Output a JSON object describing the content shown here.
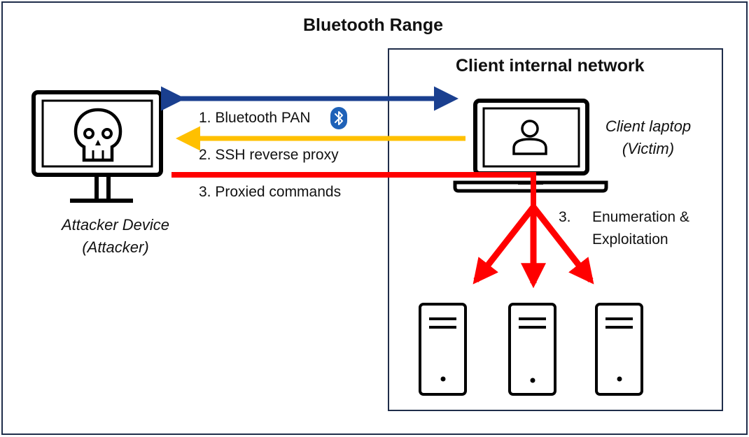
{
  "diagram": {
    "outer_title": "Bluetooth Range",
    "inner_title": "Client internal network",
    "attacker": {
      "line1": "Attacker Device",
      "line2": "(Attacker)"
    },
    "victim": {
      "line1": "Client laptop",
      "line2": "(Victim)"
    },
    "steps": {
      "bluetooth_pan": "1. Bluetooth PAN",
      "ssh_proxy": "2. SSH reverse proxy",
      "proxied": "3. Proxied commands",
      "enum_num": "3.",
      "enum_line1": "Enumeration &",
      "enum_line2": "Exploitation"
    },
    "colors": {
      "bluetooth_arrow": "#1a3f8f",
      "ssh_arrow": "#ffc000",
      "command_arrow": "#ff0000",
      "frame": "#1f2d4a",
      "bluetooth_badge": "#1f62b8"
    },
    "icons": {
      "attacker": "skull-monitor-icon",
      "victim": "laptop-user-icon",
      "servers": "server-tower-icon",
      "bluetooth": "bluetooth-icon"
    }
  }
}
